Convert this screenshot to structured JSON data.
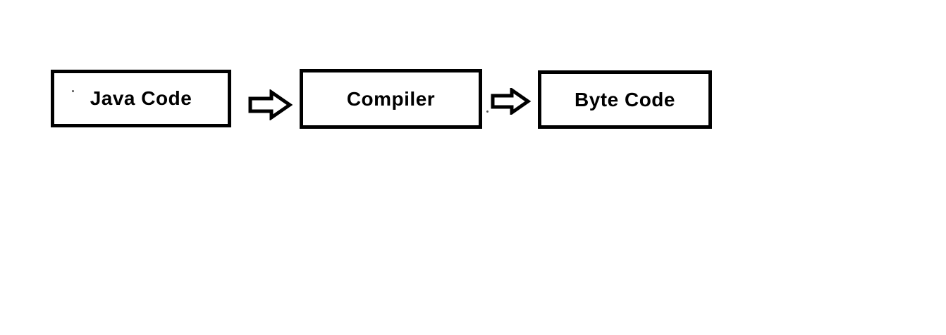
{
  "diagram": {
    "type": "flowchart",
    "direction": "left-to-right",
    "nodes": [
      {
        "id": "java-code",
        "label": "Java Code"
      },
      {
        "id": "compiler",
        "label": "Compiler"
      },
      {
        "id": "byte-code",
        "label": "Byte Code"
      }
    ],
    "edges": [
      {
        "from": "java-code",
        "to": "compiler",
        "style": "hollow-block-arrow-right"
      },
      {
        "from": "compiler",
        "to": "byte-code",
        "style": "hollow-block-arrow-right"
      }
    ],
    "colors": {
      "background": "#ffffff",
      "node_fill": "#ffffff",
      "node_border": "#000000",
      "text": "#000000",
      "arrow_fill": "#ffffff",
      "arrow_stroke": "#000000"
    }
  }
}
